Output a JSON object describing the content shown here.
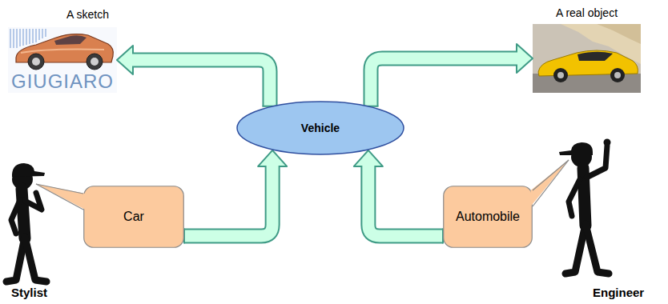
{
  "diagram": {
    "nodes": [
      {
        "text": [
          "A sketch",
          "GIUGIARO"
        ]
      },
      {
        "text": [
          "A real object"
        ]
      },
      {
        "text": [
          "Vehicle"
        ]
      },
      {
        "text": [
          "Car"
        ]
      },
      {
        "text": [
          "Automobile"
        ]
      }
    ],
    "edges": [
      {
        "from": 2,
        "to": 0,
        "arrow": "to"
      },
      {
        "from": 2,
        "to": 1,
        "arrow": "to"
      },
      {
        "from": 3,
        "to": 2,
        "arrow": "to"
      },
      {
        "from": 4,
        "to": 2,
        "arrow": "to"
      }
    ],
    "labels": [
      "Stylist",
      "Engineer"
    ]
  }
}
